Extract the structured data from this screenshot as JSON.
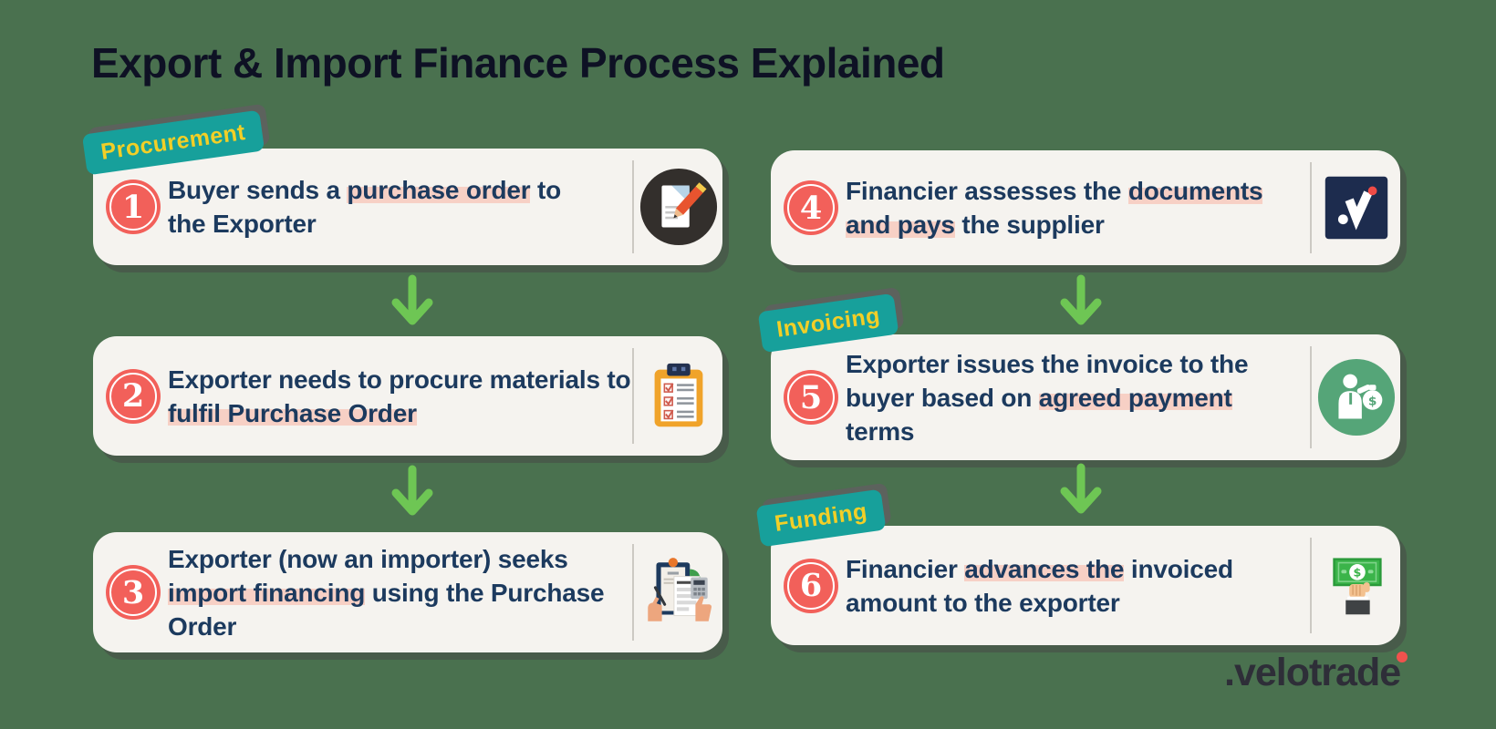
{
  "title": "Export & Import Finance Process Explained",
  "stage_badges": {
    "procurement": "Procurement",
    "invoicing": "Invoicing",
    "funding": "Funding"
  },
  "steps": [
    {
      "number": "1",
      "pre": "Buyer sends a ",
      "hl": "purchase order",
      "post": " to the Exporter",
      "icon": "document-pencil-icon"
    },
    {
      "number": "2",
      "pre": "Exporter needs to procure materials to ",
      "hl": "fulfil Purchase Order",
      "post": "",
      "icon": "checklist-clipboard-icon"
    },
    {
      "number": "3",
      "pre": "Exporter (now an importer) seeks ",
      "hl": "import financing",
      "post": " using the Purchase Order",
      "icon": "invoice-review-icon"
    },
    {
      "number": "4",
      "pre": "Financier assesses the ",
      "hl": "documents and pays",
      "post": " the supplier",
      "icon": "velotrade-mark-icon"
    },
    {
      "number": "5",
      "pre": "Exporter issues the invoice to the buyer based on ",
      "hl": "agreed payment",
      "post": " terms",
      "icon": "person-moneybag-icon"
    },
    {
      "number": "6",
      "pre": "Financier ",
      "hl": "advances the",
      "post": " invoiced amount to the exporter",
      "icon": "hand-banknote-icon"
    }
  ],
  "logo": {
    "text": ".velotrade"
  },
  "colors": {
    "background_green": "#4a714f",
    "card_offwhite": "#f5f3ef",
    "stage_badge_teal": "#17a09b",
    "stage_badge_yellow": "#f2cf27",
    "number_coral": "#f2605a",
    "body_text_navy": "#1c3a5e",
    "title_navy": "#0e1124",
    "arrow_green": "#6ec654",
    "highlight_pink": "#f7d0c5",
    "logo_dark": "#2e2e38",
    "logo_red_dot": "#f0524d"
  }
}
